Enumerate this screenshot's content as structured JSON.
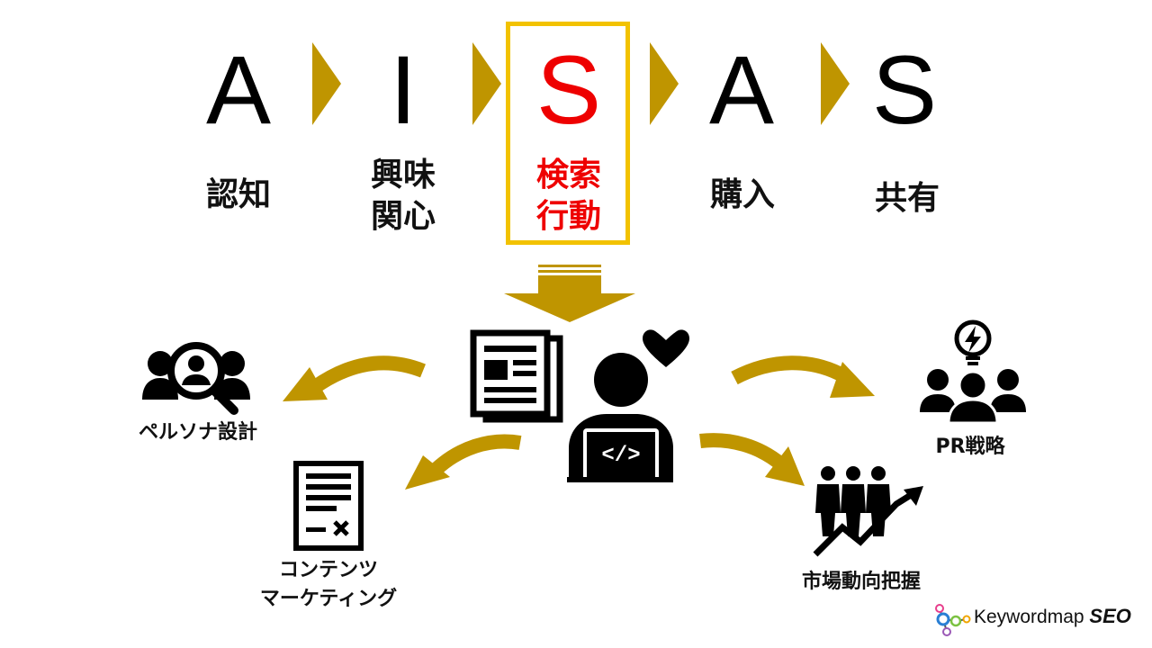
{
  "steps": [
    {
      "letter": "A",
      "line1": "認知",
      "line2": ""
    },
    {
      "letter": "I",
      "line1": "興味",
      "line2": "関心"
    },
    {
      "letter": "S",
      "line1": "検索",
      "line2": "行動"
    },
    {
      "letter": "A",
      "line1": "購入",
      "line2": ""
    },
    {
      "letter": "S",
      "line1": "共有",
      "line2": ""
    }
  ],
  "outcomes": {
    "persona": "ペルソナ設計",
    "content_line1": "コンテンツ",
    "content_line2": "マーケティング",
    "pr": "PR戦略",
    "market": "市場動向把握"
  },
  "brand": {
    "name": "Keywordmap",
    "suffix": "SEO"
  },
  "colors": {
    "arrow": "#bf9500",
    "highlight_border": "#f2c200",
    "highlight_text": "#ee0000"
  },
  "icons": [
    "persona-search-icon",
    "document-icon",
    "newspaper-icon",
    "user-laptop-heart-icon",
    "lightbulb-team-icon",
    "people-growth-icon"
  ]
}
